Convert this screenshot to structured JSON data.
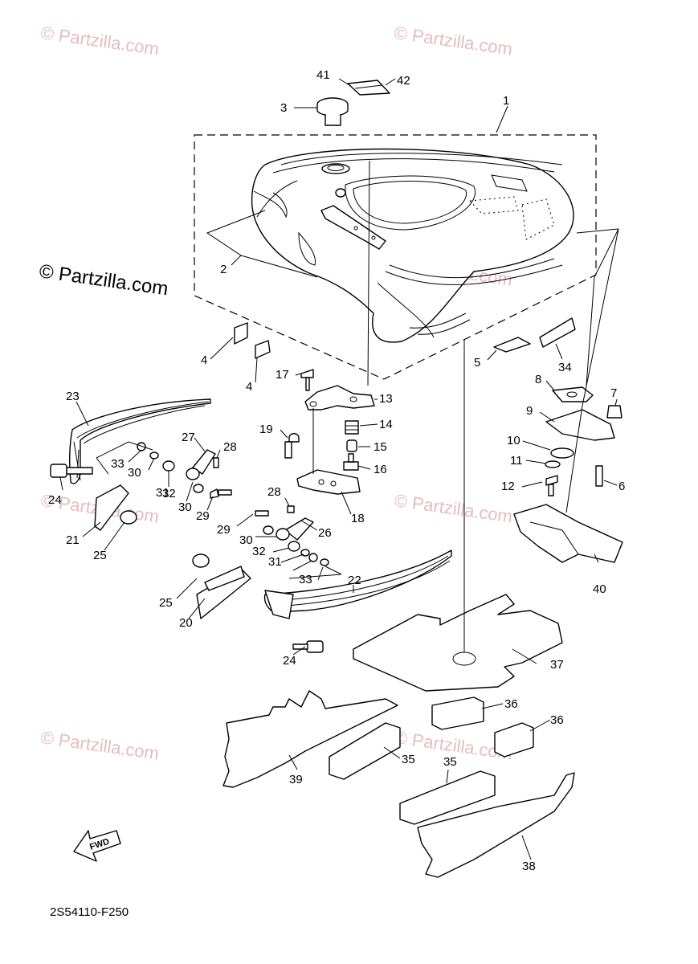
{
  "watermarks": [
    "© Partzilla.com"
  ],
  "diagram_code": "2S54110-F250",
  "fwd_label": "FWD",
  "callouts": [
    "1",
    "2",
    "3",
    "4",
    "4",
    "5",
    "6",
    "7",
    "8",
    "9",
    "10",
    "11",
    "12",
    "13",
    "14",
    "15",
    "16",
    "17",
    "18",
    "19",
    "20",
    "21",
    "22",
    "23",
    "24",
    "24",
    "25",
    "25",
    "26",
    "27",
    "28",
    "28",
    "29",
    "29",
    "30",
    "30",
    "30",
    "31",
    "31",
    "32",
    "32",
    "33",
    "33",
    "34",
    "35",
    "35",
    "36",
    "36",
    "37",
    "38",
    "39",
    "40",
    "41",
    "42"
  ]
}
